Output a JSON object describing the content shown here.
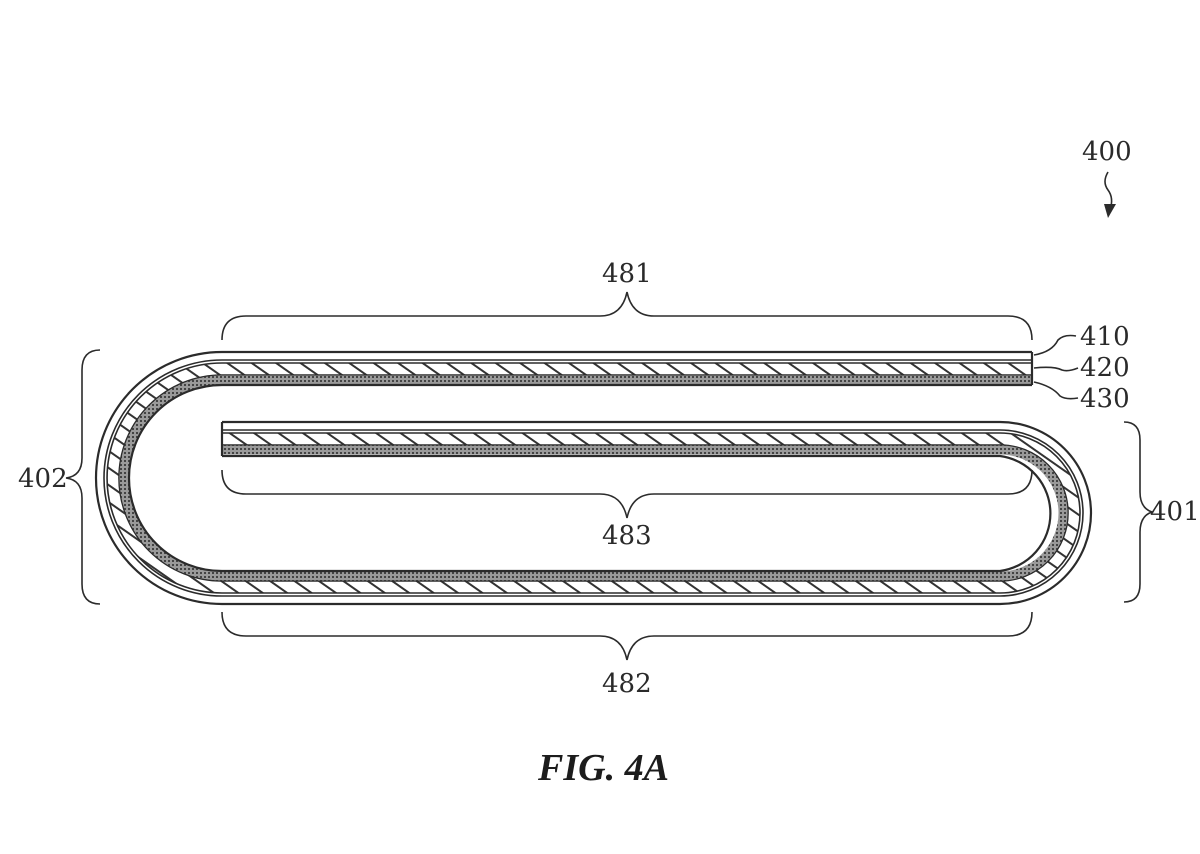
{
  "figure": {
    "caption": "FIG. 4A",
    "labels": {
      "device": "400",
      "top_section": "481",
      "bottom_section": "482",
      "inner_section": "483",
      "right_bend": "401",
      "left_bend": "402",
      "layer_outer": "410",
      "layer_middle": "420",
      "layer_inner": "430"
    }
  }
}
